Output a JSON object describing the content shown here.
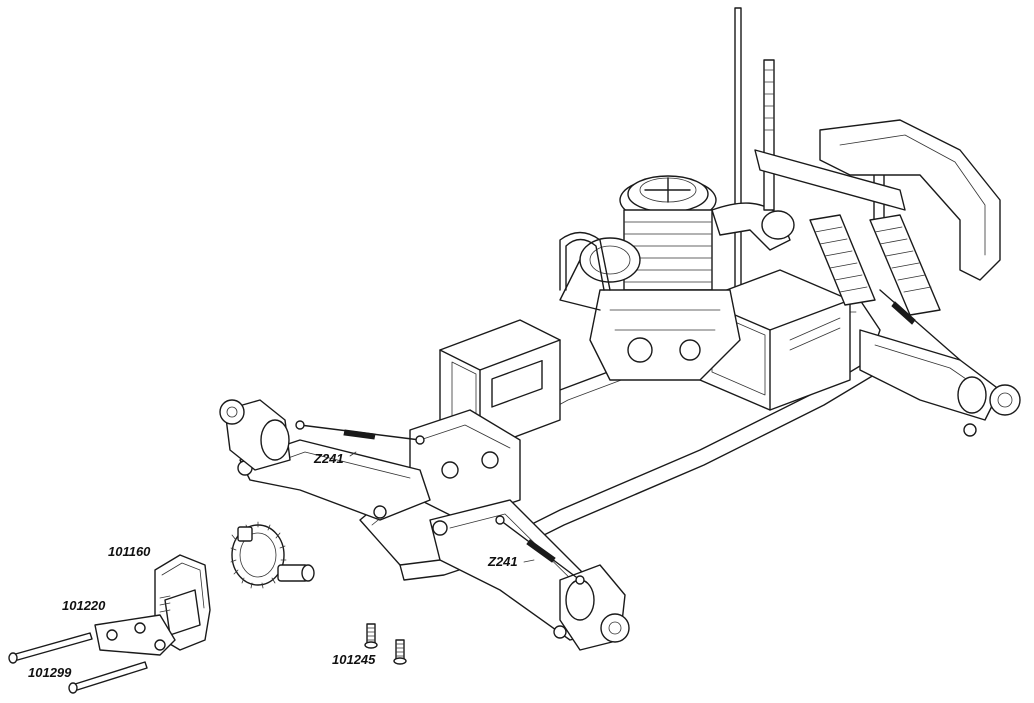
{
  "labels": {
    "z241_rear": "Z241",
    "z241_front": "Z241",
    "p101160": "101160",
    "p101220": "101220",
    "p101299": "101299",
    "p101245": "101245"
  }
}
